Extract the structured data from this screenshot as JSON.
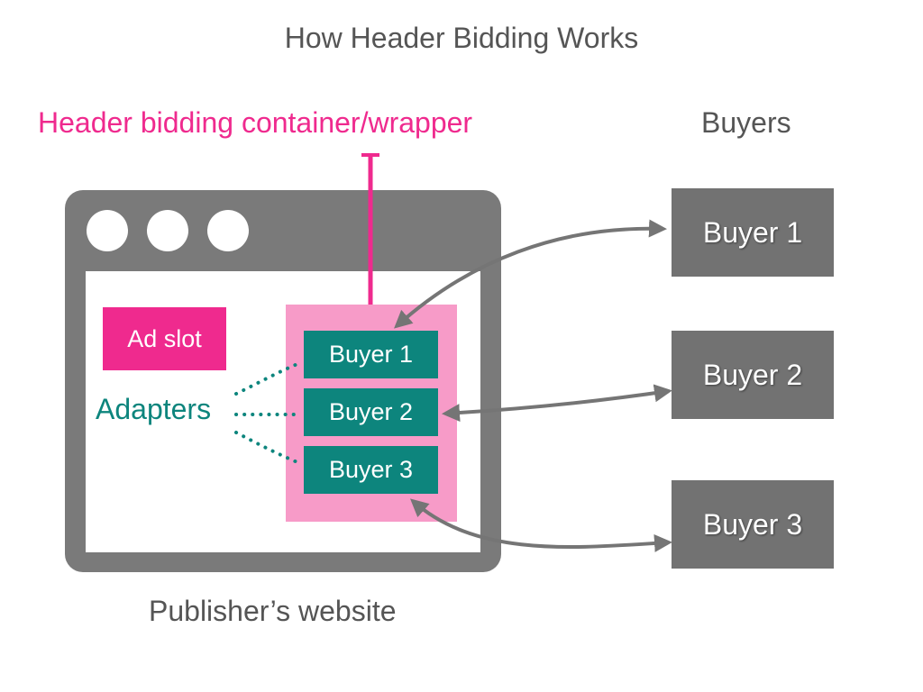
{
  "title": "How Header Bidding Works",
  "wrapper_label": "Header bidding container/wrapper",
  "buyers_heading": "Buyers",
  "browser": {
    "ad_slot": "Ad slot",
    "adapters_label": "Adapters",
    "container_buyers": [
      "Buyer 1",
      "Buyer 2",
      "Buyer 3"
    ]
  },
  "external_buyers": [
    "Buyer 1",
    "Buyer 2",
    "Buyer 3"
  ],
  "publisher_label": "Publisher’s website",
  "colors": {
    "accent_pink": "#ef2a8e",
    "light_pink": "#f79bc8",
    "teal": "#0d857d",
    "gray": "#7a7a7a",
    "buyer_gray": "#727272",
    "text_gray": "#555555",
    "arrow_gray": "#757575"
  }
}
